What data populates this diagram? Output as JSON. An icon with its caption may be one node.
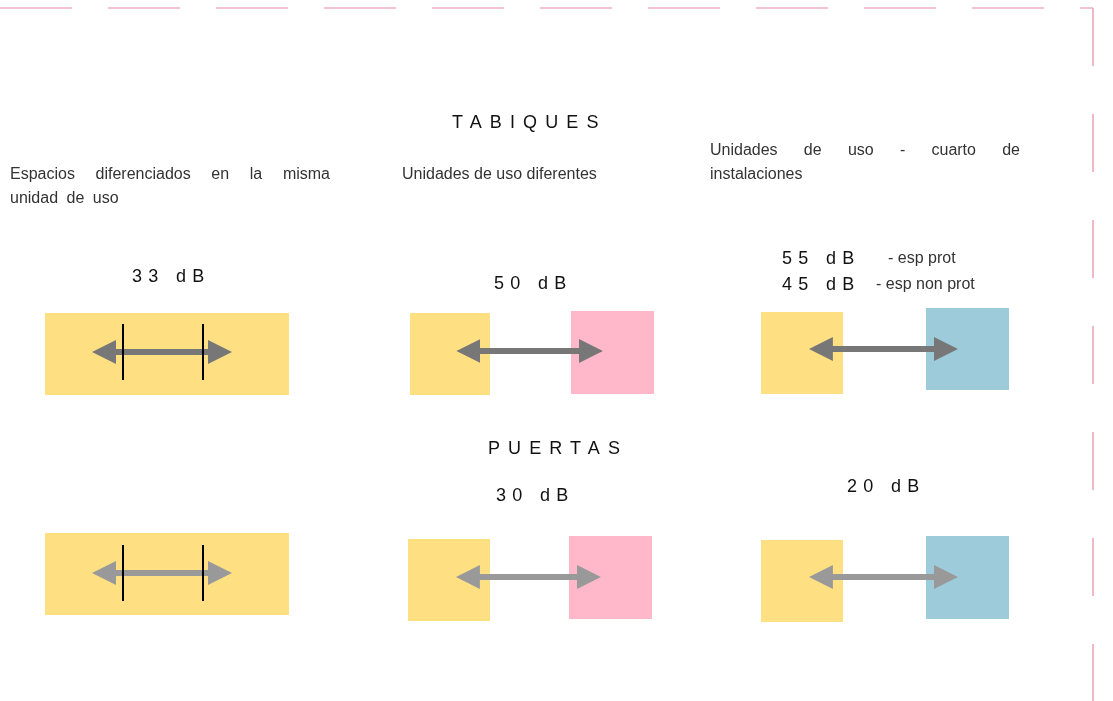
{
  "diagram": {
    "nodes": [
      {
        "text": [],
        "shape": "box"
      },
      {
        "text": [],
        "shape": "box"
      },
      {
        "text": [],
        "shape": "box"
      },
      {
        "text": [],
        "shape": "box"
      },
      {
        "text": [],
        "shape": "box"
      },
      {
        "text": [],
        "shape": "box"
      },
      {
        "text": [],
        "shape": "box"
      },
      {
        "text": [],
        "shape": "box"
      },
      {
        "text": [],
        "shape": "box"
      },
      {
        "text": [],
        "shape": "box"
      }
    ],
    "edges": [
      {
        "from": 1,
        "to": 2,
        "arrow": "both",
        "color": "#777777"
      },
      {
        "from": 3,
        "to": 4,
        "arrow": "both",
        "color": "#777777"
      },
      {
        "from": 6,
        "to": 7,
        "arrow": "both",
        "color": "#999999"
      },
      {
        "from": 8,
        "to": 9,
        "arrow": "both",
        "color": "#999999"
      }
    ],
    "labels": [
      "TABIQUES",
      "Espacios diferenciados en la misma unidad de uso",
      "Unidades de uso diferentes",
      "Unidades de uso - cuarto de instalaciones",
      "33 dB",
      "50 dB",
      "55 dB",
      "- esp prot",
      "45 dB",
      "- esp non prot",
      "PUERTAS",
      "30 dB",
      "20 dB"
    ]
  }
}
